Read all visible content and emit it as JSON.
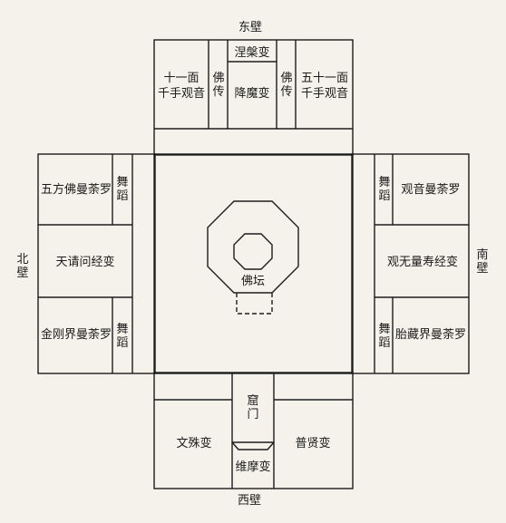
{
  "walls": {
    "east": "东壁",
    "west": "西壁",
    "north": "北壁",
    "south": "南壁"
  },
  "east_wall_panels": {
    "left_top": "十一面",
    "left_bottom": "千手观音",
    "left_narrow": "佛传",
    "center_top": "涅槃变",
    "center_main": "降魔变",
    "right_narrow": "佛传",
    "right_top": "五十一面",
    "right_bottom": "千手观音"
  },
  "north_wall_panels": {
    "top": "五方佛曼荼罗",
    "top_narrow": "舞蹈",
    "middle": "天请问经变",
    "bottom": "金刚界曼荼罗",
    "bottom_narrow": "舞蹈"
  },
  "south_wall_panels": {
    "top_narrow": "舞蹈",
    "top": "观音曼荼罗",
    "middle": "观无量寿经变",
    "bottom_narrow": "舞蹈",
    "bottom": "胎藏界曼荼罗"
  },
  "west_wall_panels": {
    "left": "文殊变",
    "passage": "窟门",
    "bottom_center": "维摩变",
    "right": "普贤变"
  },
  "center": {
    "altar": "佛坛"
  }
}
